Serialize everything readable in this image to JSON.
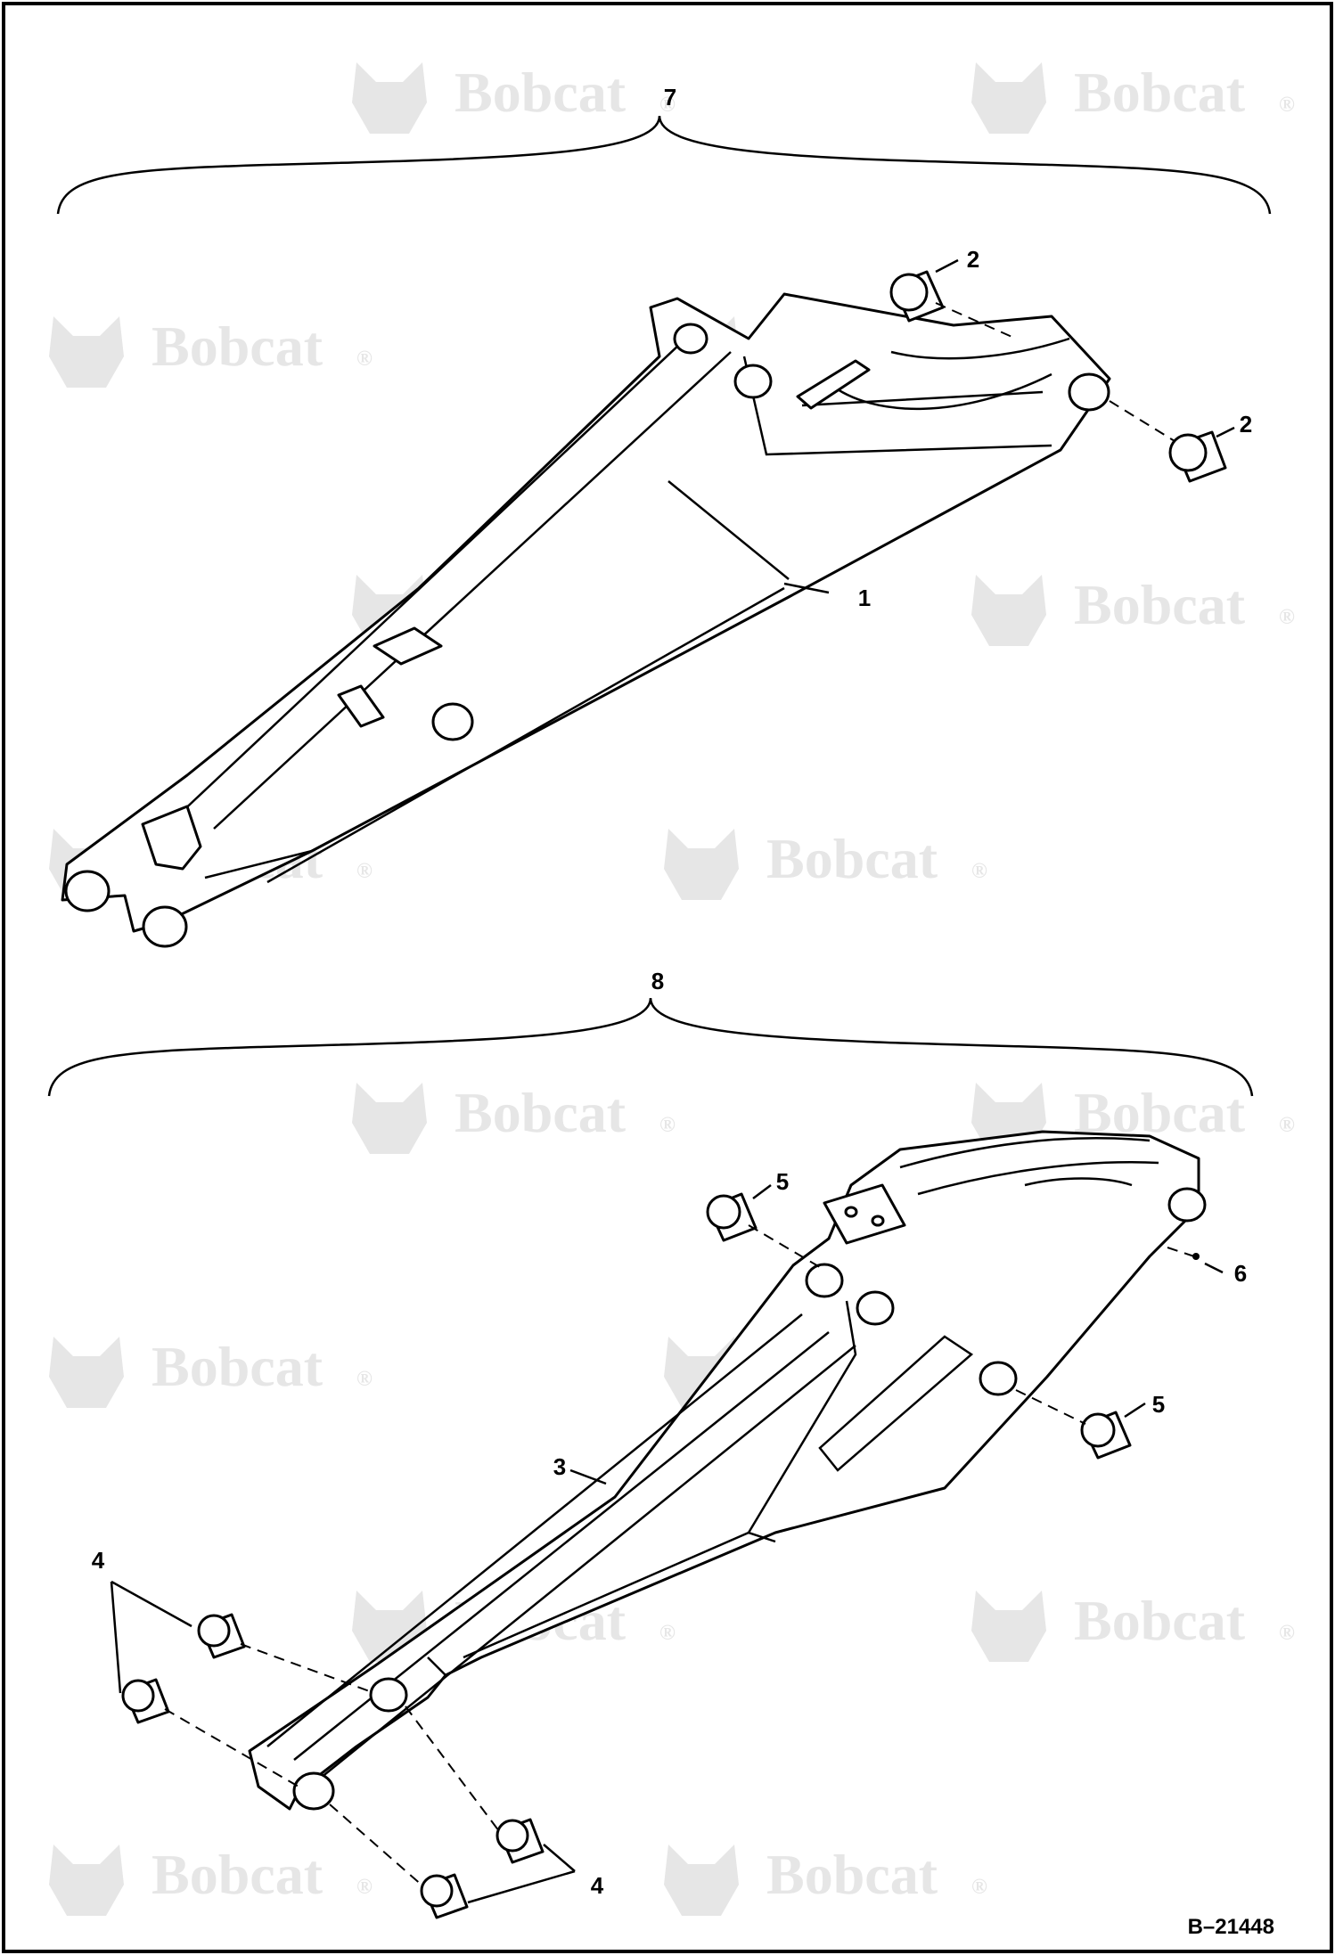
{
  "watermark": {
    "brand": "Bobcat",
    "mark": "®"
  },
  "assemblies": [
    {
      "callout": "7"
    },
    {
      "callout": "8"
    }
  ],
  "callouts": {
    "c1": "1",
    "c2a": "2",
    "c2b": "2",
    "c3": "3",
    "c4a": "4",
    "c4b": "4",
    "c5a": "5",
    "c5b": "5",
    "c6": "6"
  },
  "document_number": "B–21448",
  "colors": {
    "ink": "#000000",
    "watermark": "#e6e6e6",
    "paper": "#ffffff"
  }
}
